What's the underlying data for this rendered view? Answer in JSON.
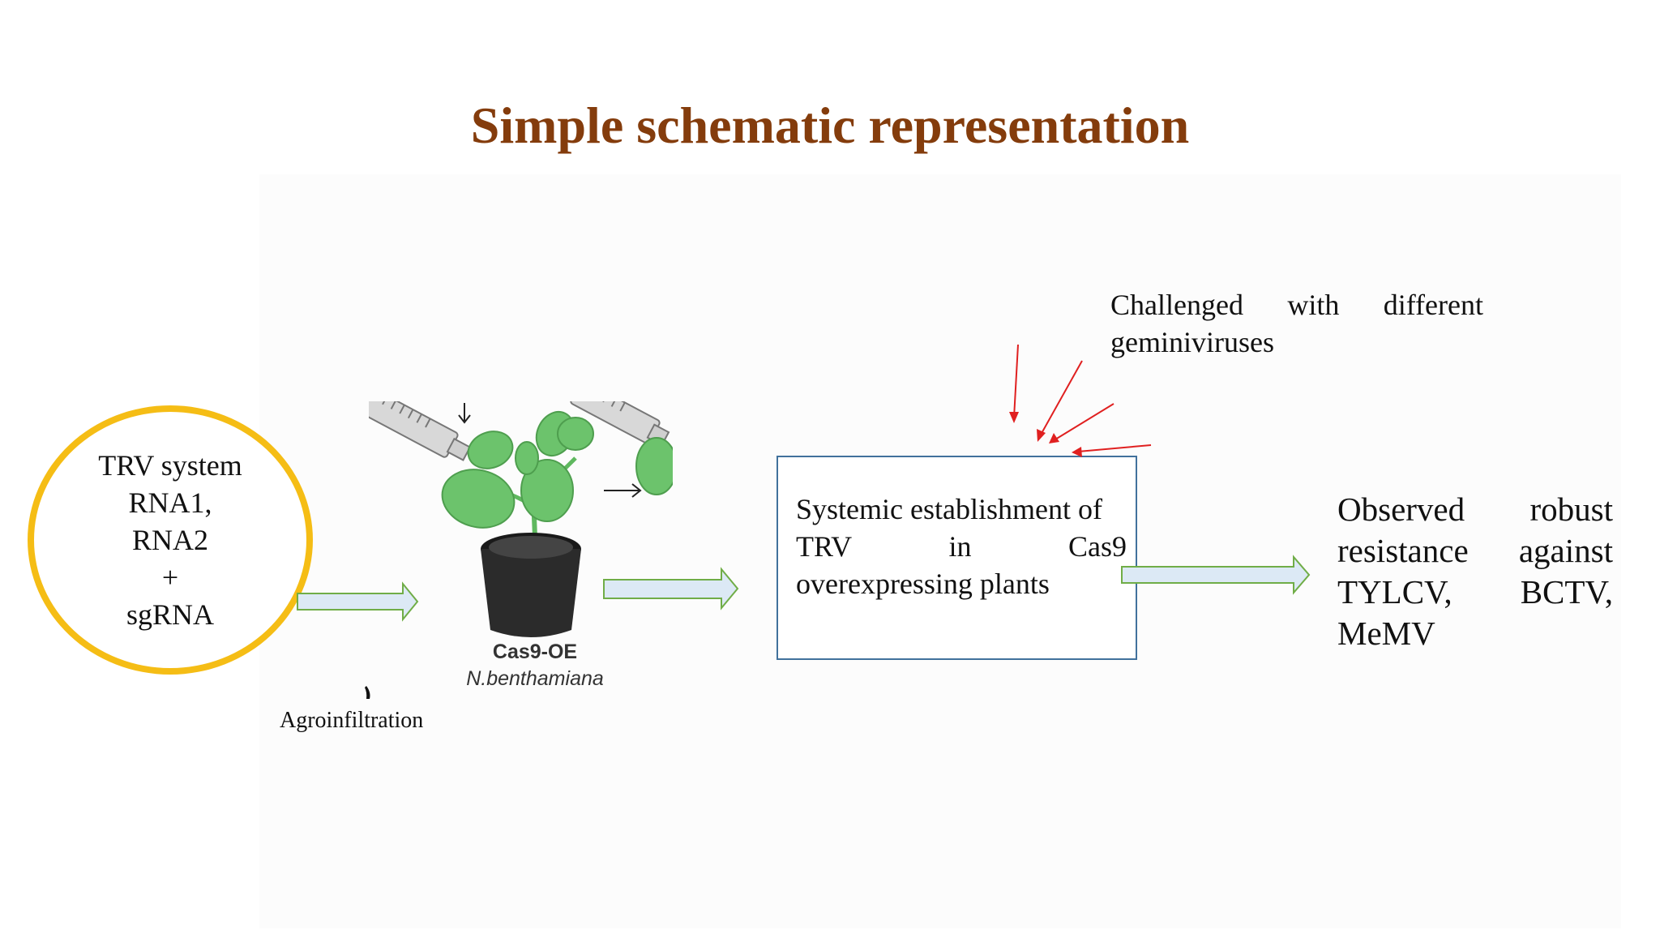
{
  "slide": {
    "title": "Simple schematic representation"
  },
  "circle": {
    "lines": [
      "TRV system",
      "RNA1,",
      "RNA2",
      "+",
      "sgRNA"
    ],
    "border_color": "#f5bd15"
  },
  "plant": {
    "label": "Cas9-OE",
    "species": "N.benthamiana"
  },
  "agroinfiltration_label": "Agroinfiltration",
  "challenged": {
    "line1_words": [
      "Challenged",
      "with",
      "different"
    ],
    "line2": "geminiviruses"
  },
  "box": {
    "line1": "Systemic establishment of",
    "line2_words": [
      "TRV",
      "in",
      "Cas9"
    ],
    "line3": "overexpressing plants",
    "border_color": "#41719c"
  },
  "observed": {
    "line1_words": [
      "Observed",
      "robust"
    ],
    "line2_words": [
      "resistance",
      "against"
    ],
    "line3_words": [
      "TYLCV,",
      "BCTV,"
    ],
    "line4": "MeMV"
  },
  "colors": {
    "title": "#843c0c",
    "arrow_fill": "#dce9f5",
    "arrow_stroke": "#70ad47",
    "red_arrows": "#e02020",
    "pot": "#2b2b2b",
    "leaf": "#6cc36c"
  },
  "icons": [
    "syringe-icon",
    "plant-pot-icon",
    "red-arrow-icon",
    "block-arrow-icon"
  ]
}
